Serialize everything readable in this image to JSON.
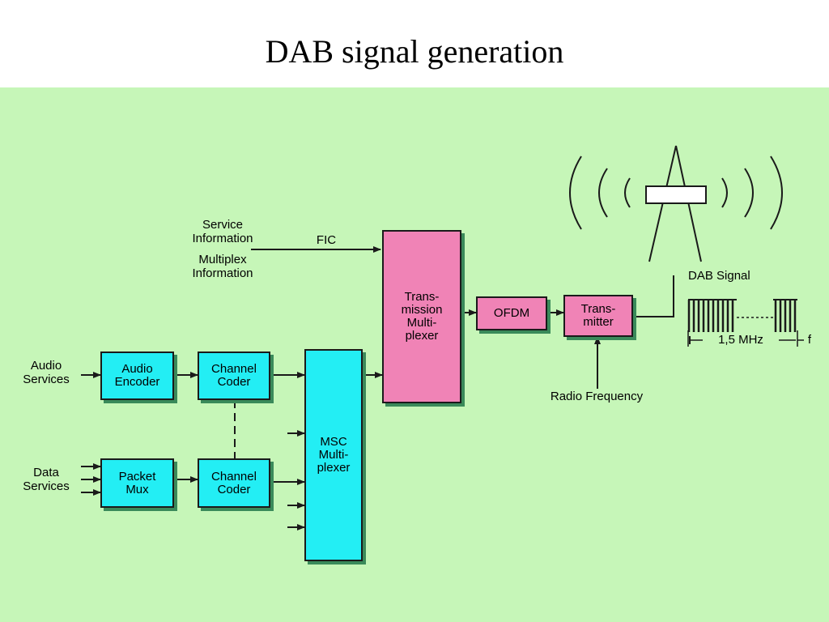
{
  "title": "DAB signal generation",
  "colors": {
    "background": "#c6f6b8",
    "block_cyan": "#23eef4",
    "block_pink": "#f083b6",
    "line": "#1a1a1a"
  },
  "inputs": {
    "service_information": "Service\nInformation",
    "multiplex_information": "Multiplex\nInformation",
    "fic": "FIC",
    "audio_services": "Audio\nServices",
    "data_services": "Data\nServices",
    "radio_frequency": "Radio Frequency"
  },
  "blocks": {
    "audio_encoder": "Audio\nEncoder",
    "channel_coder_audio": "Channel\nCoder",
    "packet_mux": "Packet\nMux",
    "channel_coder_data": "Channel\nCoder",
    "msc_multiplexer": "MSC\nMulti-\nplexer",
    "transmission_multiplexer": "Trans-\nmission\nMulti-\nplexer",
    "ofdm": "OFDM",
    "transmitter": "Trans-\nmitter"
  },
  "output": {
    "dab_signal": "DAB Signal",
    "bandwidth": "1,5 MHz",
    "freq_axis": "f"
  }
}
